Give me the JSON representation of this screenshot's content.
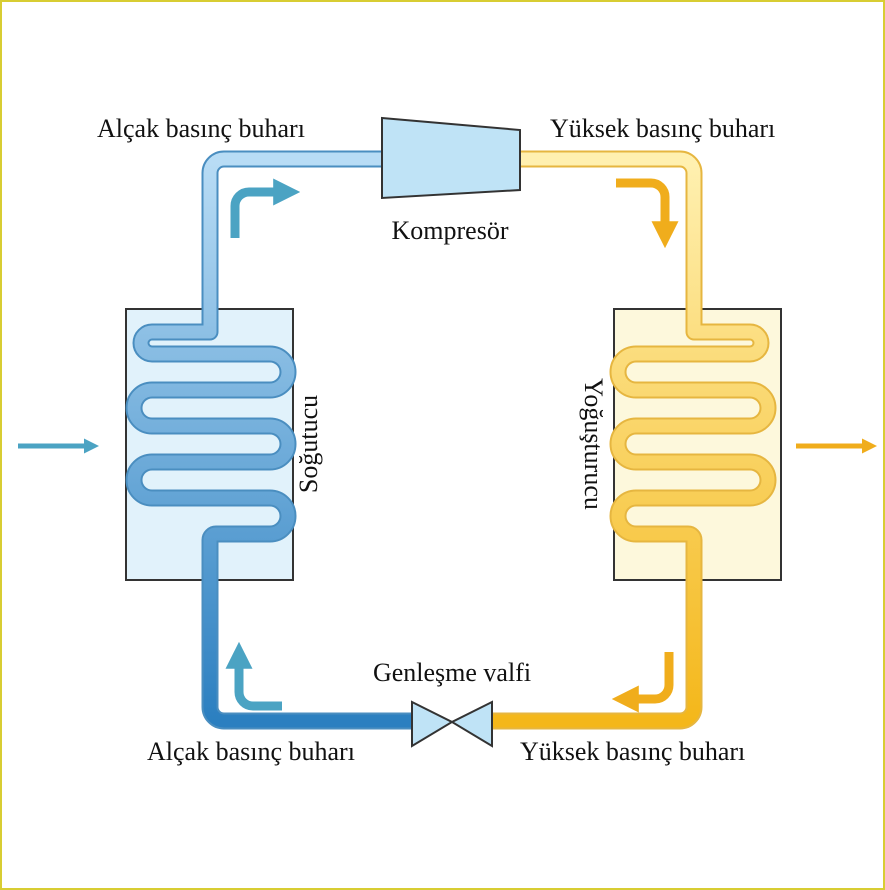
{
  "labels": {
    "top_left": "Alçak basınç buharı",
    "top_right": "Yüksek basınç buharı",
    "compressor": "Kompresör",
    "evaporator": "Soğutucu",
    "condenser": "Yoğuşturucu",
    "expansion_valve": "Genleşme valfi",
    "bottom_left": "Alçak basınç buharı",
    "bottom_right": "Yüksek basınç buharı"
  },
  "colors": {
    "frame_border": "#d8cd33",
    "cold_pipe_light": "#b8dcf5",
    "cold_pipe_dark": "#2b7fc0",
    "hot_pipe_light": "#fff0b0",
    "hot_pipe_dark": "#f4b71a",
    "cold_arrow": "#4ba3c3",
    "hot_arrow": "#f0ad1c",
    "evaporator_fill": "#e1f2fb",
    "condenser_fill": "#fdf8dc",
    "component_fill": "#bfe3f6"
  },
  "icons": [
    "cold-flow-arrow",
    "hot-flow-arrow",
    "compressor-symbol",
    "expansion-valve-symbol"
  ]
}
